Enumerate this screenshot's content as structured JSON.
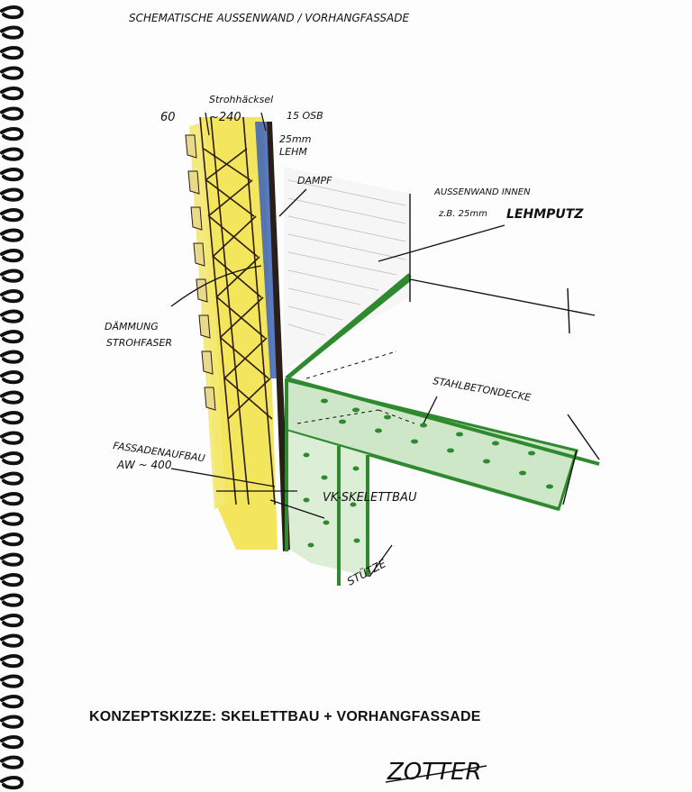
{
  "header": {
    "title": "SCHEMATISCHE AUSSENWAND / VORHANGFASSADE"
  },
  "labels": {
    "dim_60": "60",
    "strohhaeksel": "Strohhäcksel",
    "dim_240": "~240",
    "osb": "15 OSB",
    "lehm_25": "25mm",
    "lehm": "LEHM",
    "dampf": "DAMPF",
    "aussenwand_innen": "AUSSENWAND INNEN",
    "zb_25mm": "z.B. 25mm",
    "lehmputz": "LEHMPUTZ",
    "daemmung": "DÄMMUNG",
    "strohfaser": "STROHFASER",
    "stahlbetondecke": "STAHLBETONDECKE",
    "fassadenaufbau": "FASSADENAUFBAU",
    "fassade_dim": "AW ~ 400",
    "vk_skelettbau": "VK-SKELETTBAU",
    "stuetze": "STÜTZE"
  },
  "caption": {
    "text": "KONZEPTSKIZZE:  SKELETTBAU + VORHANGFASSADE"
  },
  "signature": {
    "text": "ZOTTER"
  },
  "colors": {
    "insulation_yellow": "#f2e24a",
    "concrete_green": "#2f8a2f",
    "concrete_light": "#cfe7c9",
    "vapor_blue": "#3a63b8",
    "timber_dark": "#3b2a1a"
  }
}
